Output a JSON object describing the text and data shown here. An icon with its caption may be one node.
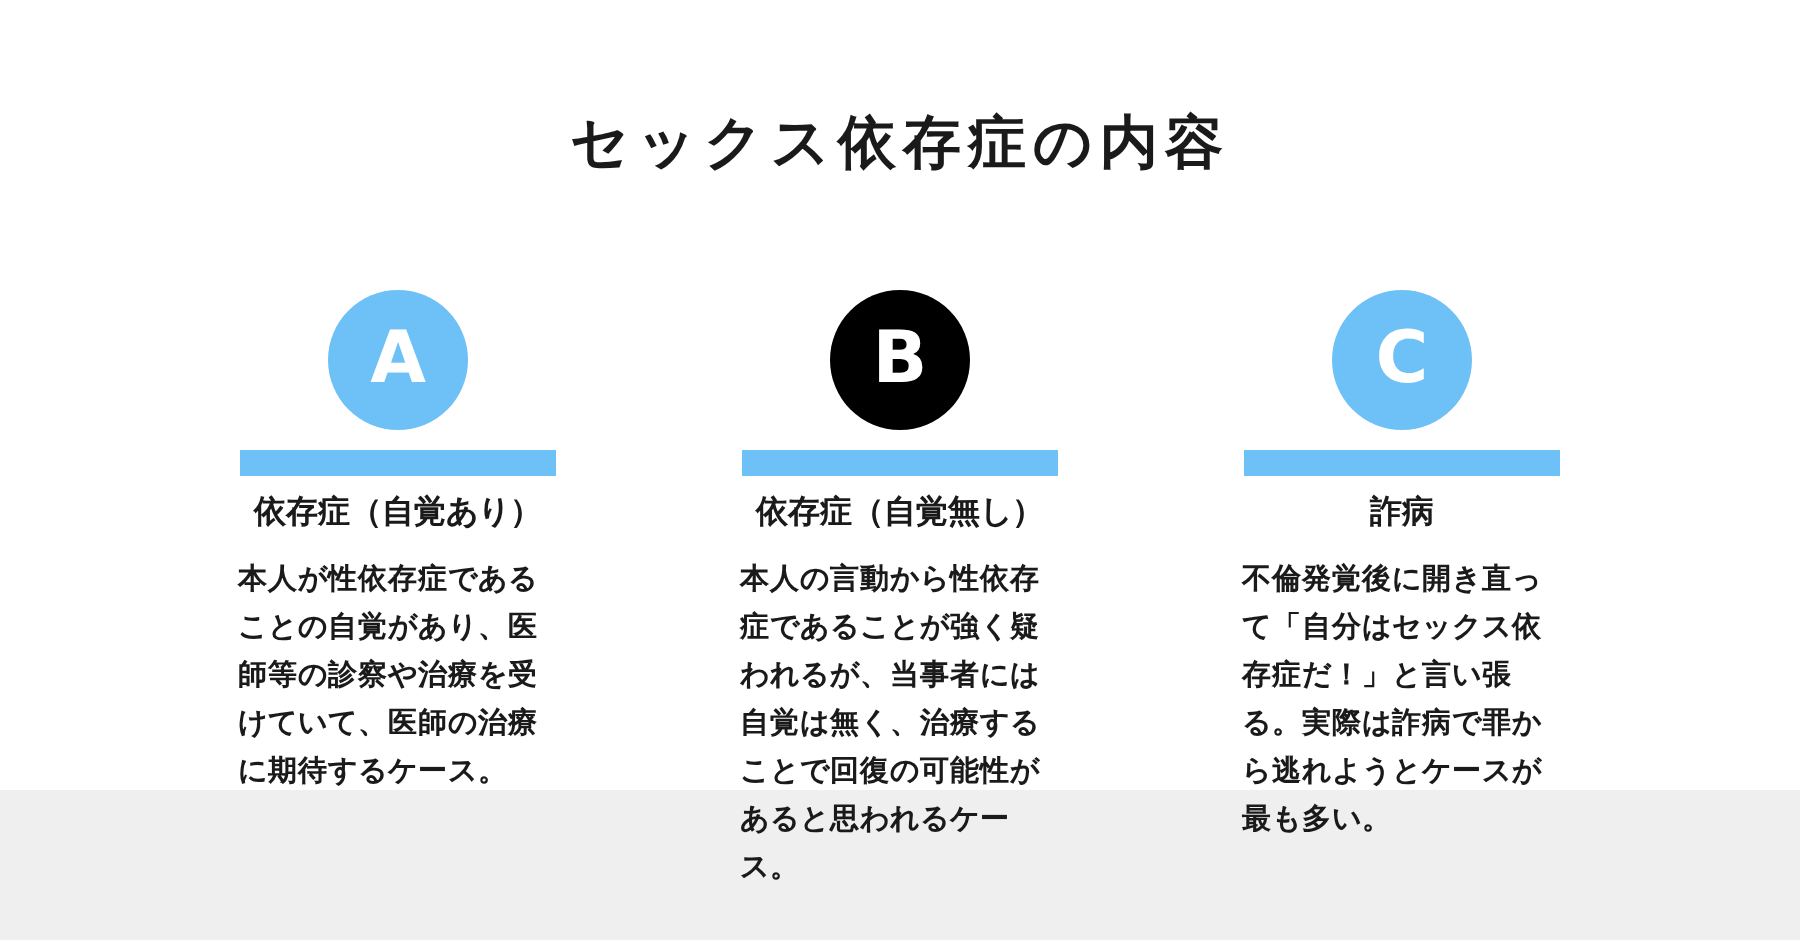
{
  "diagram": {
    "title": "セックス依存症の内容",
    "nodes": [
      {
        "text": [
          "A"
        ]
      },
      {
        "text": [
          "B"
        ]
      },
      {
        "text": [
          "C"
        ]
      }
    ],
    "labels": [
      "依存症（自覚あり）",
      "本人が性依存症であることの自覚があり、医師等の診察や治療を受けていて、医師の治療に期待するケース。",
      "依存症（自覚無し）",
      "本人の言動から性依存症であることが強く疑われるが、当事者には自覚は無く、治療することで回復の可能性があると思われるケース。",
      "詐病",
      "不倫発覚後に開き直って「自分はセックス依存症だ！」と言い張る。実際は詐病で罪から逃れようとケースが最も多い。"
    ]
  }
}
